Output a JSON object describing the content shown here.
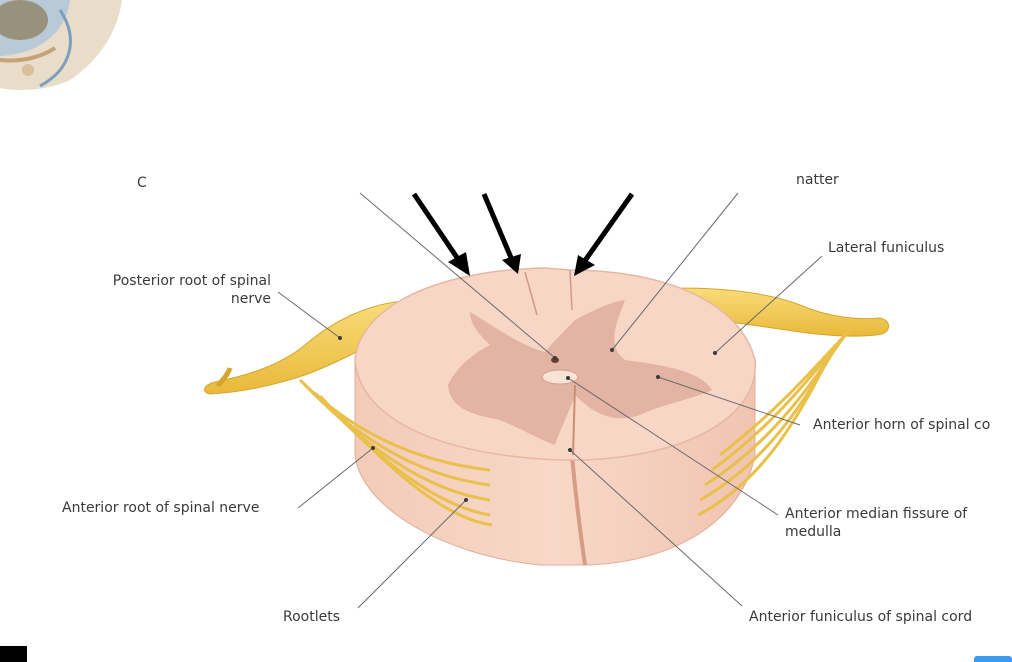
{
  "labels": {
    "top_left_partial": "C",
    "top_right_partial": "natter",
    "lateral_funiculus": "Lateral funiculus",
    "posterior_root_line1": "Posterior root of spinal",
    "posterior_root_line2": "nerve",
    "anterior_horn": "Anterior horn of spinal co",
    "anterior_root": "Anterior root of spinal nerve",
    "anterior_median_line1": "Anterior median fissure of",
    "anterior_median_line2": "medulla",
    "rootlets": "Rootlets",
    "anterior_funiculus": "Anterior funiculus of spinal cord"
  },
  "colors": {
    "white_matter": "#f6d3c3",
    "gray_matter": "#e2b2a2",
    "cut_side": "#efc3b0",
    "nerve": "#f2cc55",
    "leader": "#666666",
    "arrow": "#000000"
  }
}
